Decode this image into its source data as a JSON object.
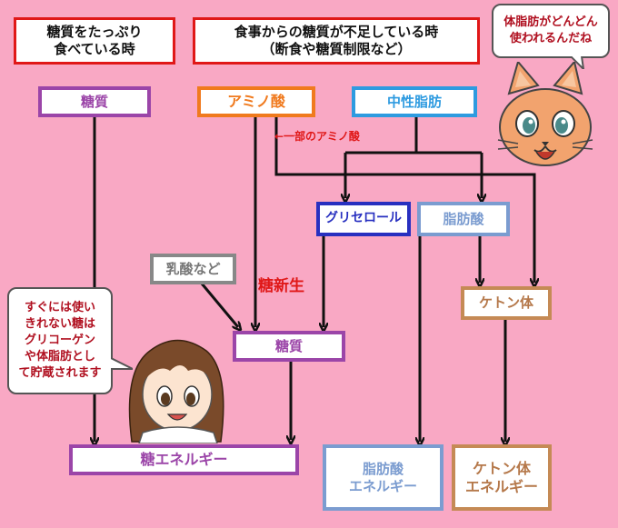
{
  "headers": {
    "plenty": "糖質をたっぷり\n食べている時",
    "shortage": "食事からの糖質が不足している時\n（断食や糖質制限など）"
  },
  "nodes": {
    "sugar_top": "糖質",
    "amino_acid": "アミノ酸",
    "neutral_fat": "中性脂肪",
    "glycerol": "グリセロール",
    "fatty_acid": "脂肪酸",
    "lactic_acid": "乳酸など",
    "ketone_body": "ケトン体",
    "sugar_mid": "糖質",
    "sugar_energy": "糖エネルギー",
    "fatty_energy": "脂肪酸\nエネルギー",
    "ketone_energy": "ケトン体\nエネルギー"
  },
  "labels": {
    "part_amino": "←一部のアミノ酸",
    "gluconeogenesis": "糖新生"
  },
  "bubbles": {
    "cat": "体脂肪がどんどん\n使われるんだね",
    "girl": "すぐには使い\nきれない糖は\nグリコーゲン\nや体脂肪とし\nて貯蔵されます"
  },
  "colors": {
    "background": "#F9A8C4",
    "arrow": "#111111",
    "red": "#E01818"
  }
}
